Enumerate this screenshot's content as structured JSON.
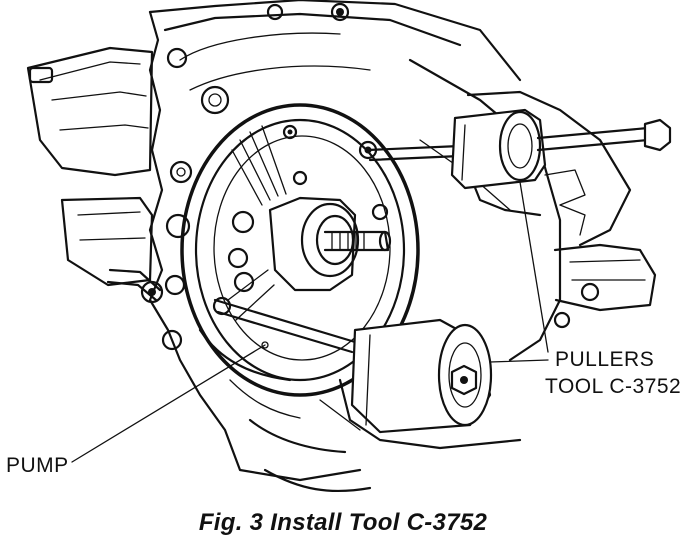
{
  "callouts": {
    "pump": "PUMP",
    "pullers_line1": "PULLERS",
    "pullers_line2": "TOOL C-3752"
  },
  "caption": "Fig. 3 Install Tool C-3752"
}
